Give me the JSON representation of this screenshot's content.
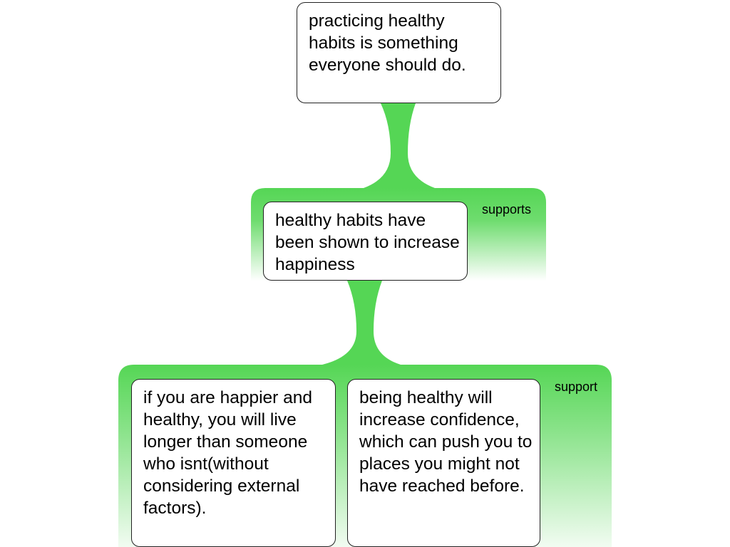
{
  "colors": {
    "connector": "#55d655",
    "box_border": "#222222",
    "background": "#ffffff"
  },
  "main_claim": {
    "text": "practicing healthy habits is something everyone should do."
  },
  "reason": {
    "text": "healthy habits have been shown to increase happiness",
    "link_label": "supports"
  },
  "evidence": {
    "link_label": "support",
    "items": [
      {
        "text": "if you are happier and healthy, you will live longer than someone who isnt(without considering external factors)."
      },
      {
        "text": "being healthy will increase confidence, which can push you to places you might not have reached before."
      }
    ]
  }
}
